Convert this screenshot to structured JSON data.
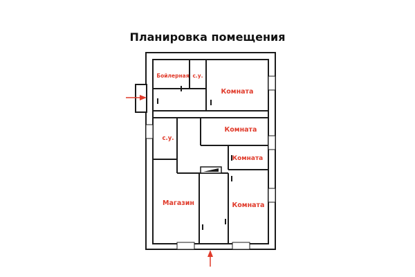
{
  "title": "Планировка помещения",
  "rooms": {
    "boiler": "Бойлерная",
    "wc_top": "с.у.",
    "room_top_right": "Комната",
    "room_mid_right": "Комната",
    "wc_left": "с.у.",
    "room_small_right": "Комната",
    "shop": "Магазин",
    "room_bottom_right": "Комната"
  },
  "colors": {
    "wall": "#1a1a1a",
    "label": "#e03a2a",
    "arrow": "#e03a2a"
  },
  "icons": [
    "entrance-arrow-left",
    "entrance-arrow-bottom",
    "stairs-icon"
  ]
}
